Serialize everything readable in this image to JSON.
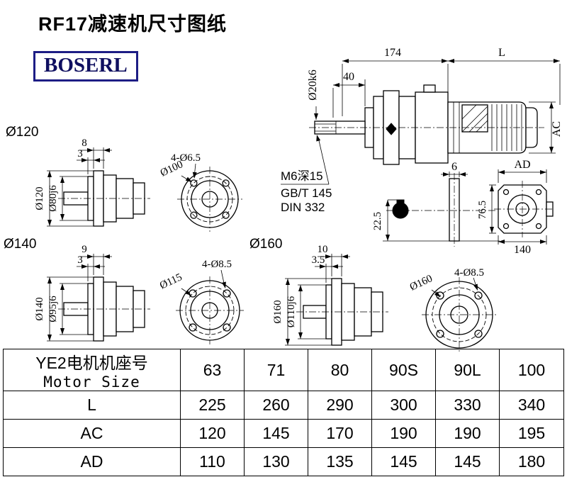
{
  "page": {
    "title": "RF17减速机尺寸图纸",
    "logo": "BOSERL"
  },
  "main_view": {
    "dim_174": "174",
    "dim_L": "L",
    "dim_40": "40",
    "shaft_dia": "Ø20k6",
    "ac": "AC",
    "ad": "AD",
    "note1": "M6深15",
    "note2": "GB/T 145",
    "note3": "DIN 332",
    "key_width": "6",
    "key_height": "22.5",
    "end_height": "76.5",
    "end_width": "140"
  },
  "flange120": {
    "name": "Ø120",
    "dim1": "8",
    "dim2": "3",
    "od": "Ø120",
    "spigot": "Ø80j6",
    "bolt_circle": "Ø100",
    "holes": "4-Ø6.5"
  },
  "flange140": {
    "name": "Ø140",
    "dim1": "9",
    "dim2": "3",
    "od": "Ø140",
    "spigot": "Ø95j6",
    "bolt_circle": "Ø115",
    "holes": "4-Ø8.5"
  },
  "flange160": {
    "name": "Ø160",
    "dim1": "10",
    "dim2": "3.5",
    "od": "Ø160",
    "spigot": "Ø110j6",
    "bolt_circle": "Ø160",
    "holes": "4-Ø8.5"
  },
  "table": {
    "header_cn": "YE2电机机座号",
    "header_en": "Motor Size",
    "sizes": [
      "63",
      "71",
      "80",
      "90S",
      "90L",
      "100"
    ],
    "rows": [
      {
        "label": "L",
        "values": [
          "225",
          "260",
          "290",
          "300",
          "330",
          "340"
        ]
      },
      {
        "label": "AC",
        "values": [
          "120",
          "145",
          "170",
          "190",
          "190",
          "195"
        ]
      },
      {
        "label": "AD",
        "values": [
          "110",
          "130",
          "135",
          "145",
          "145",
          "180"
        ]
      }
    ]
  }
}
